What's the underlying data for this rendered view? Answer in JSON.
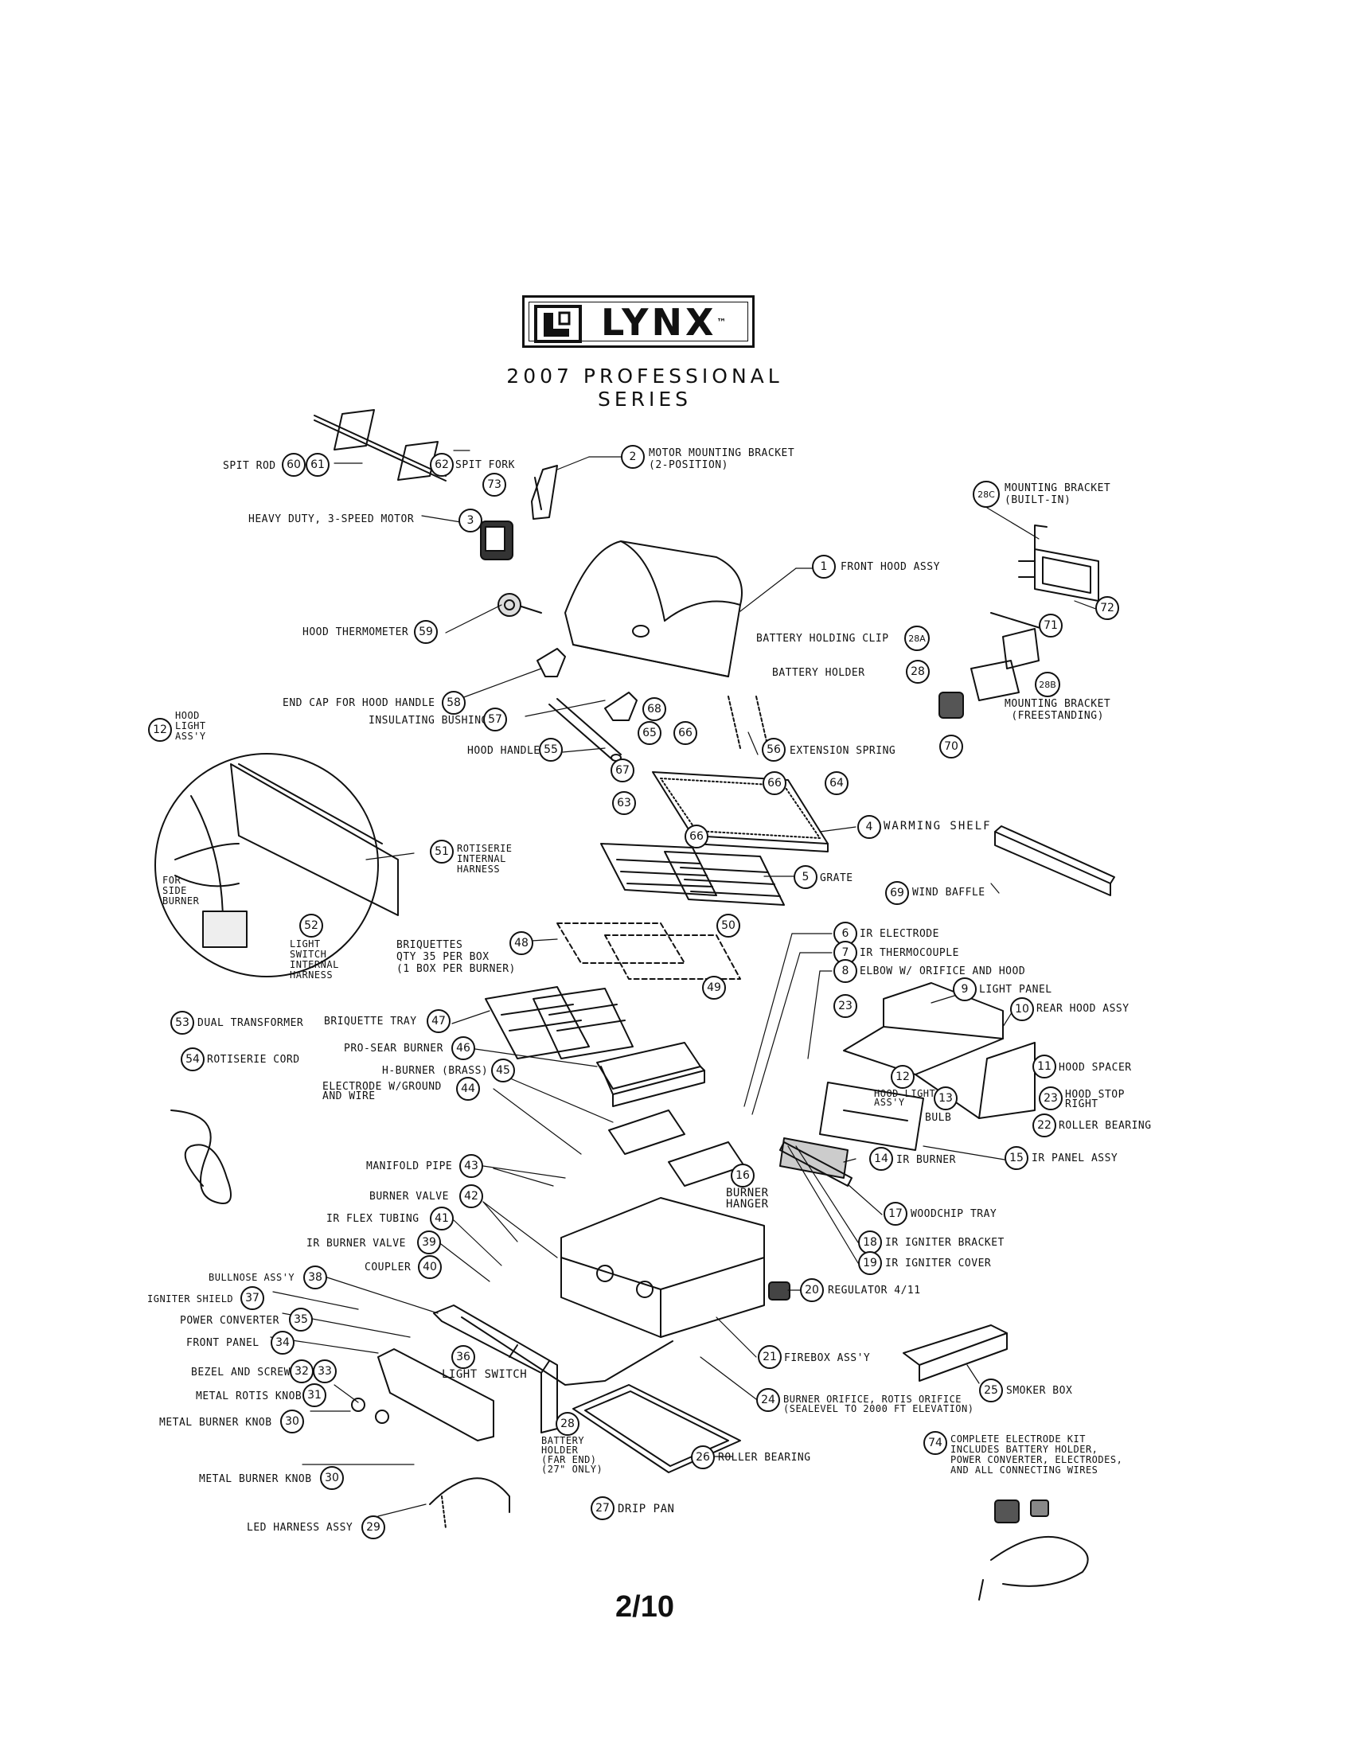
{
  "brand": {
    "name": "LYNX",
    "trademark": "™"
  },
  "series_title": "2007 PROFESSIONAL SERIES",
  "page_number": "2/10",
  "parts": [
    {
      "id": "p62",
      "num": "62",
      "label": "SPIT FORK"
    },
    {
      "id": "p60",
      "num": "60",
      "label": "SPIT ROD"
    },
    {
      "id": "p61",
      "num": "61",
      "label": ""
    },
    {
      "id": "p2",
      "num": "2",
      "label": "MOTOR MOUNTING BRACKET\n(2-POSITION)"
    },
    {
      "id": "p73",
      "num": "73",
      "label": ""
    },
    {
      "id": "p3",
      "num": "3",
      "label": "HEAVY DUTY, 3-SPEED MOTOR"
    },
    {
      "id": "p28c",
      "num": "28C",
      "label": "MOUNTING BRACKET\n(BUILT-IN)"
    },
    {
      "id": "p72",
      "num": "72",
      "label": ""
    },
    {
      "id": "p1",
      "num": "1",
      "label": "FRONT HOOD ASSY"
    },
    {
      "id": "p59",
      "num": "59",
      "label": "HOOD THERMOMETER"
    },
    {
      "id": "p71",
      "num": "71",
      "label": ""
    },
    {
      "id": "p28a",
      "num": "28A",
      "label": "BATTERY HOLDING CLIP"
    },
    {
      "id": "p28",
      "num": "28",
      "label": "BATTERY HOLDER"
    },
    {
      "id": "p28b",
      "num": "28B",
      "label": "MOUNTING BRACKET\n(FREESTANDING)"
    },
    {
      "id": "p58",
      "num": "58",
      "label": "END CAP FOR HOOD HANDLE"
    },
    {
      "id": "p68",
      "num": "68",
      "label": ""
    },
    {
      "id": "p57",
      "num": "57",
      "label": "INSULATING BUSHING"
    },
    {
      "id": "p70",
      "num": "70",
      "label": ""
    },
    {
      "id": "p12a",
      "num": "12",
      "label": "HOOD\nLIGHT\nASS'Y"
    },
    {
      "id": "p65",
      "num": "65",
      "label": ""
    },
    {
      "id": "p66a",
      "num": "66",
      "label": ""
    },
    {
      "id": "p55",
      "num": "55",
      "label": "HOOD HANDLE"
    },
    {
      "id": "p56",
      "num": "56",
      "label": "EXTENSION SPRING"
    },
    {
      "id": "p67",
      "num": "67",
      "label": ""
    },
    {
      "id": "p66b",
      "num": "66",
      "label": ""
    },
    {
      "id": "p64",
      "num": "64",
      "label": ""
    },
    {
      "id": "p63",
      "num": "63",
      "label": ""
    },
    {
      "id": "p66c",
      "num": "66",
      "label": ""
    },
    {
      "id": "p4",
      "num": "4",
      "label": "WARMING SHELF"
    },
    {
      "id": "p51",
      "num": "51",
      "label": "ROTISERIE\nINTERNAL\nHARNESS"
    },
    {
      "id": "p5",
      "num": "5",
      "label": "GRATE"
    },
    {
      "id": "p69",
      "num": "69",
      "label": "WIND BAFFLE"
    },
    {
      "id": "side_burner",
      "num": "",
      "label": "FOR\nSIDE\nBURNER"
    },
    {
      "id": "p52",
      "num": "52",
      "label": "LIGHT\nSWITCH\nINTERNAL\nHARNESS"
    },
    {
      "id": "p48",
      "num": "48",
      "label": "BRIQUETTES\nQTY 35 PER BOX\n(1 BOX PER BURNER)"
    },
    {
      "id": "p50",
      "num": "50",
      "label": ""
    },
    {
      "id": "p6",
      "num": "6",
      "label": "IR ELECTRODE"
    },
    {
      "id": "p7",
      "num": "7",
      "label": "IR THERMOCOUPLE"
    },
    {
      "id": "p8",
      "num": "8",
      "label": "ELBOW W/ ORIFICE AND HOOD"
    },
    {
      "id": "p49",
      "num": "49",
      "label": ""
    },
    {
      "id": "p23a",
      "num": "23",
      "label": ""
    },
    {
      "id": "p9",
      "num": "9",
      "label": "LIGHT PANEL"
    },
    {
      "id": "p10",
      "num": "10",
      "label": "REAR HOOD ASSY"
    },
    {
      "id": "p53",
      "num": "53",
      "label": "DUAL TRANSFORMER"
    },
    {
      "id": "p47",
      "num": "47",
      "label": "BRIQUETTE TRAY"
    },
    {
      "id": "p54",
      "num": "54",
      "label": "ROTISERIE CORD"
    },
    {
      "id": "p46",
      "num": "46",
      "label": "PRO-SEAR BURNER"
    },
    {
      "id": "p45",
      "num": "45",
      "label": "H-BURNER (BRASS)"
    },
    {
      "id": "p11",
      "num": "11",
      "label": "HOOD SPACER"
    },
    {
      "id": "p12b",
      "num": "12",
      "label": "HOOD LIGHT\nASS'Y"
    },
    {
      "id": "p13",
      "num": "13",
      "label": "BULB"
    },
    {
      "id": "p23b",
      "num": "23",
      "label": "HOOD STOP\nRIGHT"
    },
    {
      "id": "p44",
      "num": "44",
      "label": "ELECTRODE W/GROUND\nAND WIRE"
    },
    {
      "id": "p22",
      "num": "22",
      "label": "ROLLER BEARING"
    },
    {
      "id": "p15",
      "num": "15",
      "label": "IR PANEL ASSY"
    },
    {
      "id": "p14",
      "num": "14",
      "label": "IR BURNER"
    },
    {
      "id": "p43",
      "num": "43",
      "label": "MANIFOLD PIPE"
    },
    {
      "id": "p16",
      "num": "16",
      "label": "BURNER\nHANGER"
    },
    {
      "id": "p42",
      "num": "42",
      "label": "BURNER VALVE"
    },
    {
      "id": "p17",
      "num": "17",
      "label": "WOODCHIP TRAY"
    },
    {
      "id": "p41",
      "num": "41",
      "label": "IR FLEX TUBING"
    },
    {
      "id": "p18",
      "num": "18",
      "label": "IR IGNITER BRACKET"
    },
    {
      "id": "p39",
      "num": "39",
      "label": "IR BURNER VALVE"
    },
    {
      "id": "p19",
      "num": "19",
      "label": "IR IGNITER COVER"
    },
    {
      "id": "p40",
      "num": "40",
      "label": "COUPLER"
    },
    {
      "id": "p38",
      "num": "38",
      "label": "BULLNOSE ASS'Y"
    },
    {
      "id": "p20",
      "num": "20",
      "label": "REGULATOR 4/11"
    },
    {
      "id": "p37",
      "num": "37",
      "label": "IGNITER SHIELD"
    },
    {
      "id": "p35",
      "num": "35",
      "label": "POWER CONVERTER"
    },
    {
      "id": "p21",
      "num": "21",
      "label": "FIREBOX ASS'Y"
    },
    {
      "id": "p34",
      "num": "34",
      "label": "FRONT PANEL"
    },
    {
      "id": "p36",
      "num": "36",
      "label": "LIGHT SWITCH"
    },
    {
      "id": "p32",
      "num": "32",
      "label": "BEZEL AND SCREW"
    },
    {
      "id": "p33",
      "num": "33",
      "label": ""
    },
    {
      "id": "p25",
      "num": "25",
      "label": "SMOKER BOX"
    },
    {
      "id": "p31",
      "num": "31",
      "label": "METAL ROTIS KNOB"
    },
    {
      "id": "p24",
      "num": "24",
      "label": "BURNER ORIFICE, ROTIS ORIFICE\n(SEALEVEL TO 2000 FT ELEVATION)"
    },
    {
      "id": "p30a",
      "num": "30",
      "label": "METAL BURNER KNOB"
    },
    {
      "id": "p28d",
      "num": "28",
      "label": "BATTERY\nHOLDER\n(FAR END)\n(27\" ONLY)"
    },
    {
      "id": "p74",
      "num": "74",
      "label": "COMPLETE ELECTRODE KIT\nINCLUDES BATTERY HOLDER,\nPOWER CONVERTER, ELECTRODES,\nAND ALL CONNECTING WIRES"
    },
    {
      "id": "p26",
      "num": "26",
      "label": "ROLLER BEARING"
    },
    {
      "id": "p30b",
      "num": "30",
      "label": "METAL BURNER KNOB"
    },
    {
      "id": "p27",
      "num": "27",
      "label": "DRIP PAN"
    },
    {
      "id": "p29",
      "num": "29",
      "label": "LED HARNESS ASSY"
    }
  ]
}
